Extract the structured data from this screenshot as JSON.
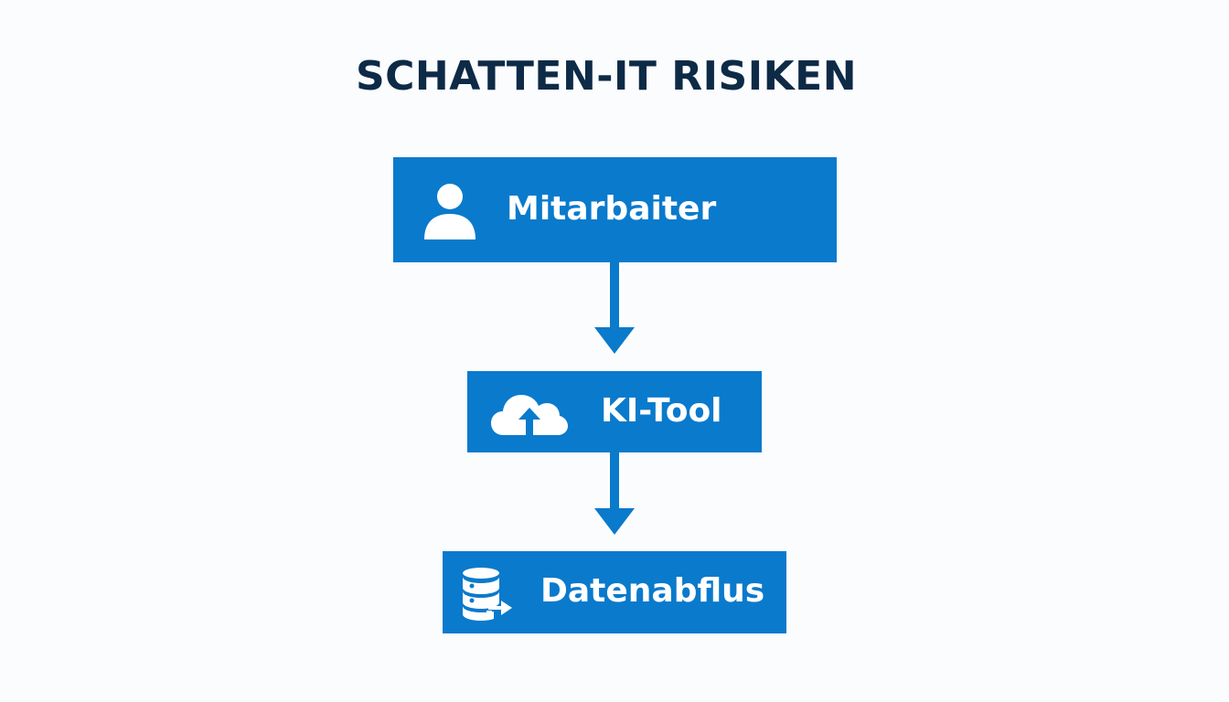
{
  "diagram": {
    "title": "SCHATTEN-IT RISIKEN",
    "nodes": [
      {
        "label": "Mitarbaiter",
        "icon": "user-icon"
      },
      {
        "label": "KI-Tool",
        "icon": "cloud-upload-icon"
      },
      {
        "label": "Datenabflus",
        "icon": "database-transfer-icon"
      }
    ],
    "edges": [
      {
        "from": "Mitarbaiter",
        "to": "KI-Tool"
      },
      {
        "from": "KI-Tool",
        "to": "Datenabflus"
      }
    ]
  },
  "colors": {
    "box_fill": "#0a7acc",
    "title_text": "#0d2a47",
    "box_text": "#ffffff",
    "background": "#fbfcfd"
  }
}
